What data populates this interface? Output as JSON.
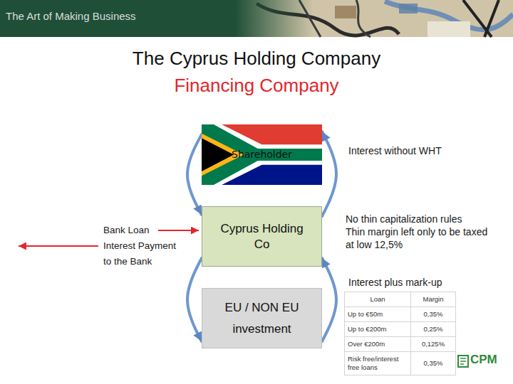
{
  "diagram": {
    "title": "The Cyprus Holding Company",
    "nodes": [
      {
        "text": [
          "Shareholder"
        ]
      },
      {
        "text": [
          "Cyprus Holding Co"
        ]
      },
      {
        "text": [
          "EU / NON EU investment"
        ]
      }
    ],
    "edges": [
      {
        "from": 0,
        "to": 1,
        "arrow": "to"
      },
      {
        "from": 1,
        "to": 0,
        "label": "Interest without WHT",
        "arrow": "to"
      },
      {
        "from": 1,
        "to": 2,
        "arrow": "to"
      },
      {
        "from": 2,
        "to": 1,
        "label": "Interest plus mark-up",
        "arrow": "to"
      }
    ],
    "labels": [
      "The Art of Making Business",
      "Financing Company",
      "Bank Loan Interest Payment to the Bank",
      "No thin capitalization rules",
      "Thin margin left only to be taxed at low 12,5%",
      "Loan",
      "Margin",
      "Up to €50m",
      "0,35%",
      "Up to €200m",
      "0,25%",
      "Over €200m",
      "0,125%",
      "Risk free/interest free loans",
      "0,35%",
      "CPM"
    ]
  }
}
